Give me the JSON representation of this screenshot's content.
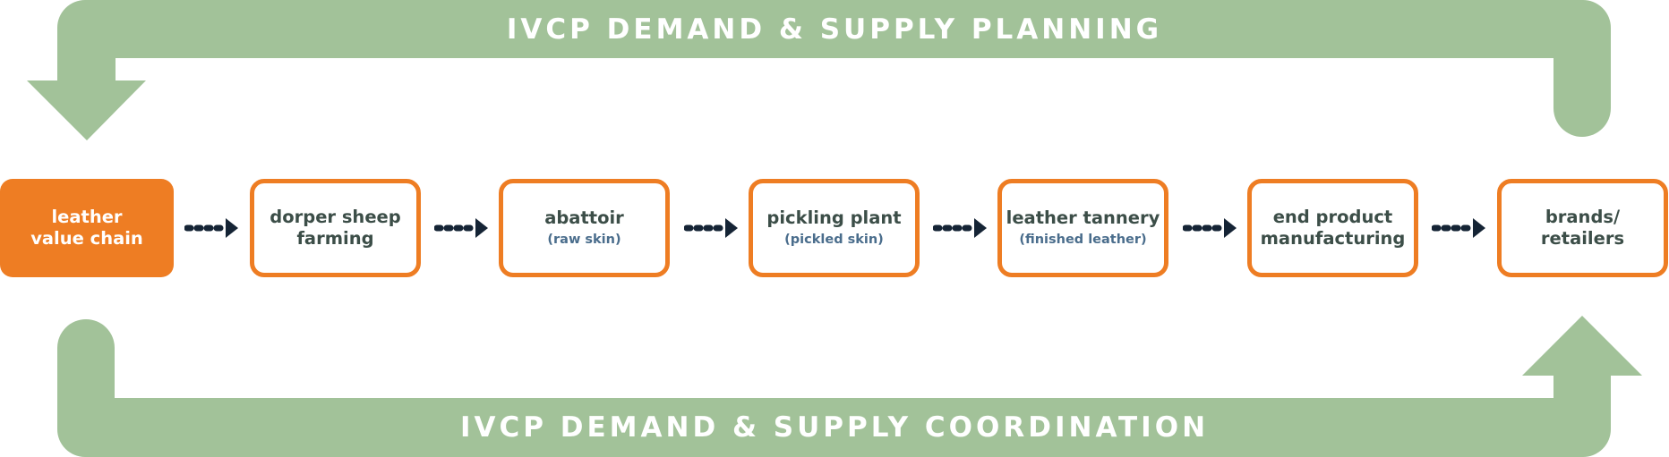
{
  "colors": {
    "band": "#a2c299",
    "node_border": "#ee7d23",
    "node_fill": "#ee7d23",
    "node_text": "#3c4e48",
    "sub_text": "#4a6d8c",
    "connector": "#152435"
  },
  "top_band": {
    "title": "IVCP DEMAND & SUPPLY PLANNING"
  },
  "bottom_band": {
    "title": "IVCP DEMAND & SUPPLY COORDINATION"
  },
  "nodes": [
    {
      "label": "leather\nvalue chain",
      "sub": ""
    },
    {
      "label": "dorper sheep\nfarming",
      "sub": ""
    },
    {
      "label": "abattoir",
      "sub": "(raw skin)"
    },
    {
      "label": "pickling plant",
      "sub": "(pickled skin)"
    },
    {
      "label": "leather tannery",
      "sub": "(finished leather)"
    },
    {
      "label": "end product\nmanufacturing",
      "sub": ""
    },
    {
      "label": "brands/\nretailers",
      "sub": ""
    }
  ],
  "connector_icon": "dotted-arrow-right-icon"
}
